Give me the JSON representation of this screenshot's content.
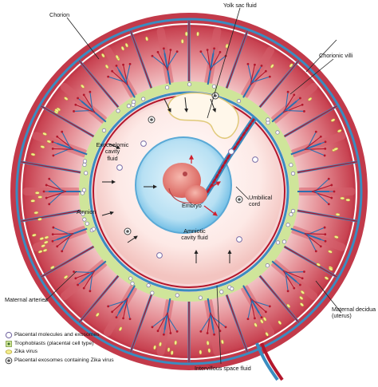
{
  "labels": {
    "chorion": "Chorion",
    "yolk_sac_fluid": "Yolk sac fluid",
    "chorionic_villi": "Chorionic villi",
    "exocoelomic_line1": "Exocoelomic",
    "exocoelomic_line2": "cavity",
    "exocoelomic_line3": "fluid",
    "umbilical_line1": "Umbilical",
    "umbilical_line2": "cord",
    "embryo": "Embryo",
    "amnion": "Amnion",
    "amniotic_line1": "Amniotic",
    "amniotic_line2": "cavity fluid",
    "maternal_arteries": "Maternal arteries",
    "decidua_line1": "Maternal decidua",
    "decidua_line2": "(uterus)",
    "intervillous": "Intervillous space fluid"
  },
  "legend": [
    {
      "symbol": "molecule",
      "text": "Placental molecules and exosomes"
    },
    {
      "symbol": "trophoblast",
      "text": "Trophoblasts (placental cell type)"
    },
    {
      "symbol": "zika",
      "text": "Zika virus"
    },
    {
      "symbol": "zika-exosome",
      "text": "Placental exosomes containing Zika virus"
    }
  ],
  "colors": {
    "decidua": "#c23a4a",
    "decidua_light": "#f2c9c9",
    "artery_red": "#b3172c",
    "vein_blue": "#3a8cc0",
    "villi_blue": "#2b6fb0",
    "trophoblast_green": "#cfe59a",
    "zika_yellow": "#f4ee8c",
    "amniotic_blue": "#7fc6e8",
    "exocoelom": "#fbe3e1",
    "embryo": "#e8867f"
  }
}
